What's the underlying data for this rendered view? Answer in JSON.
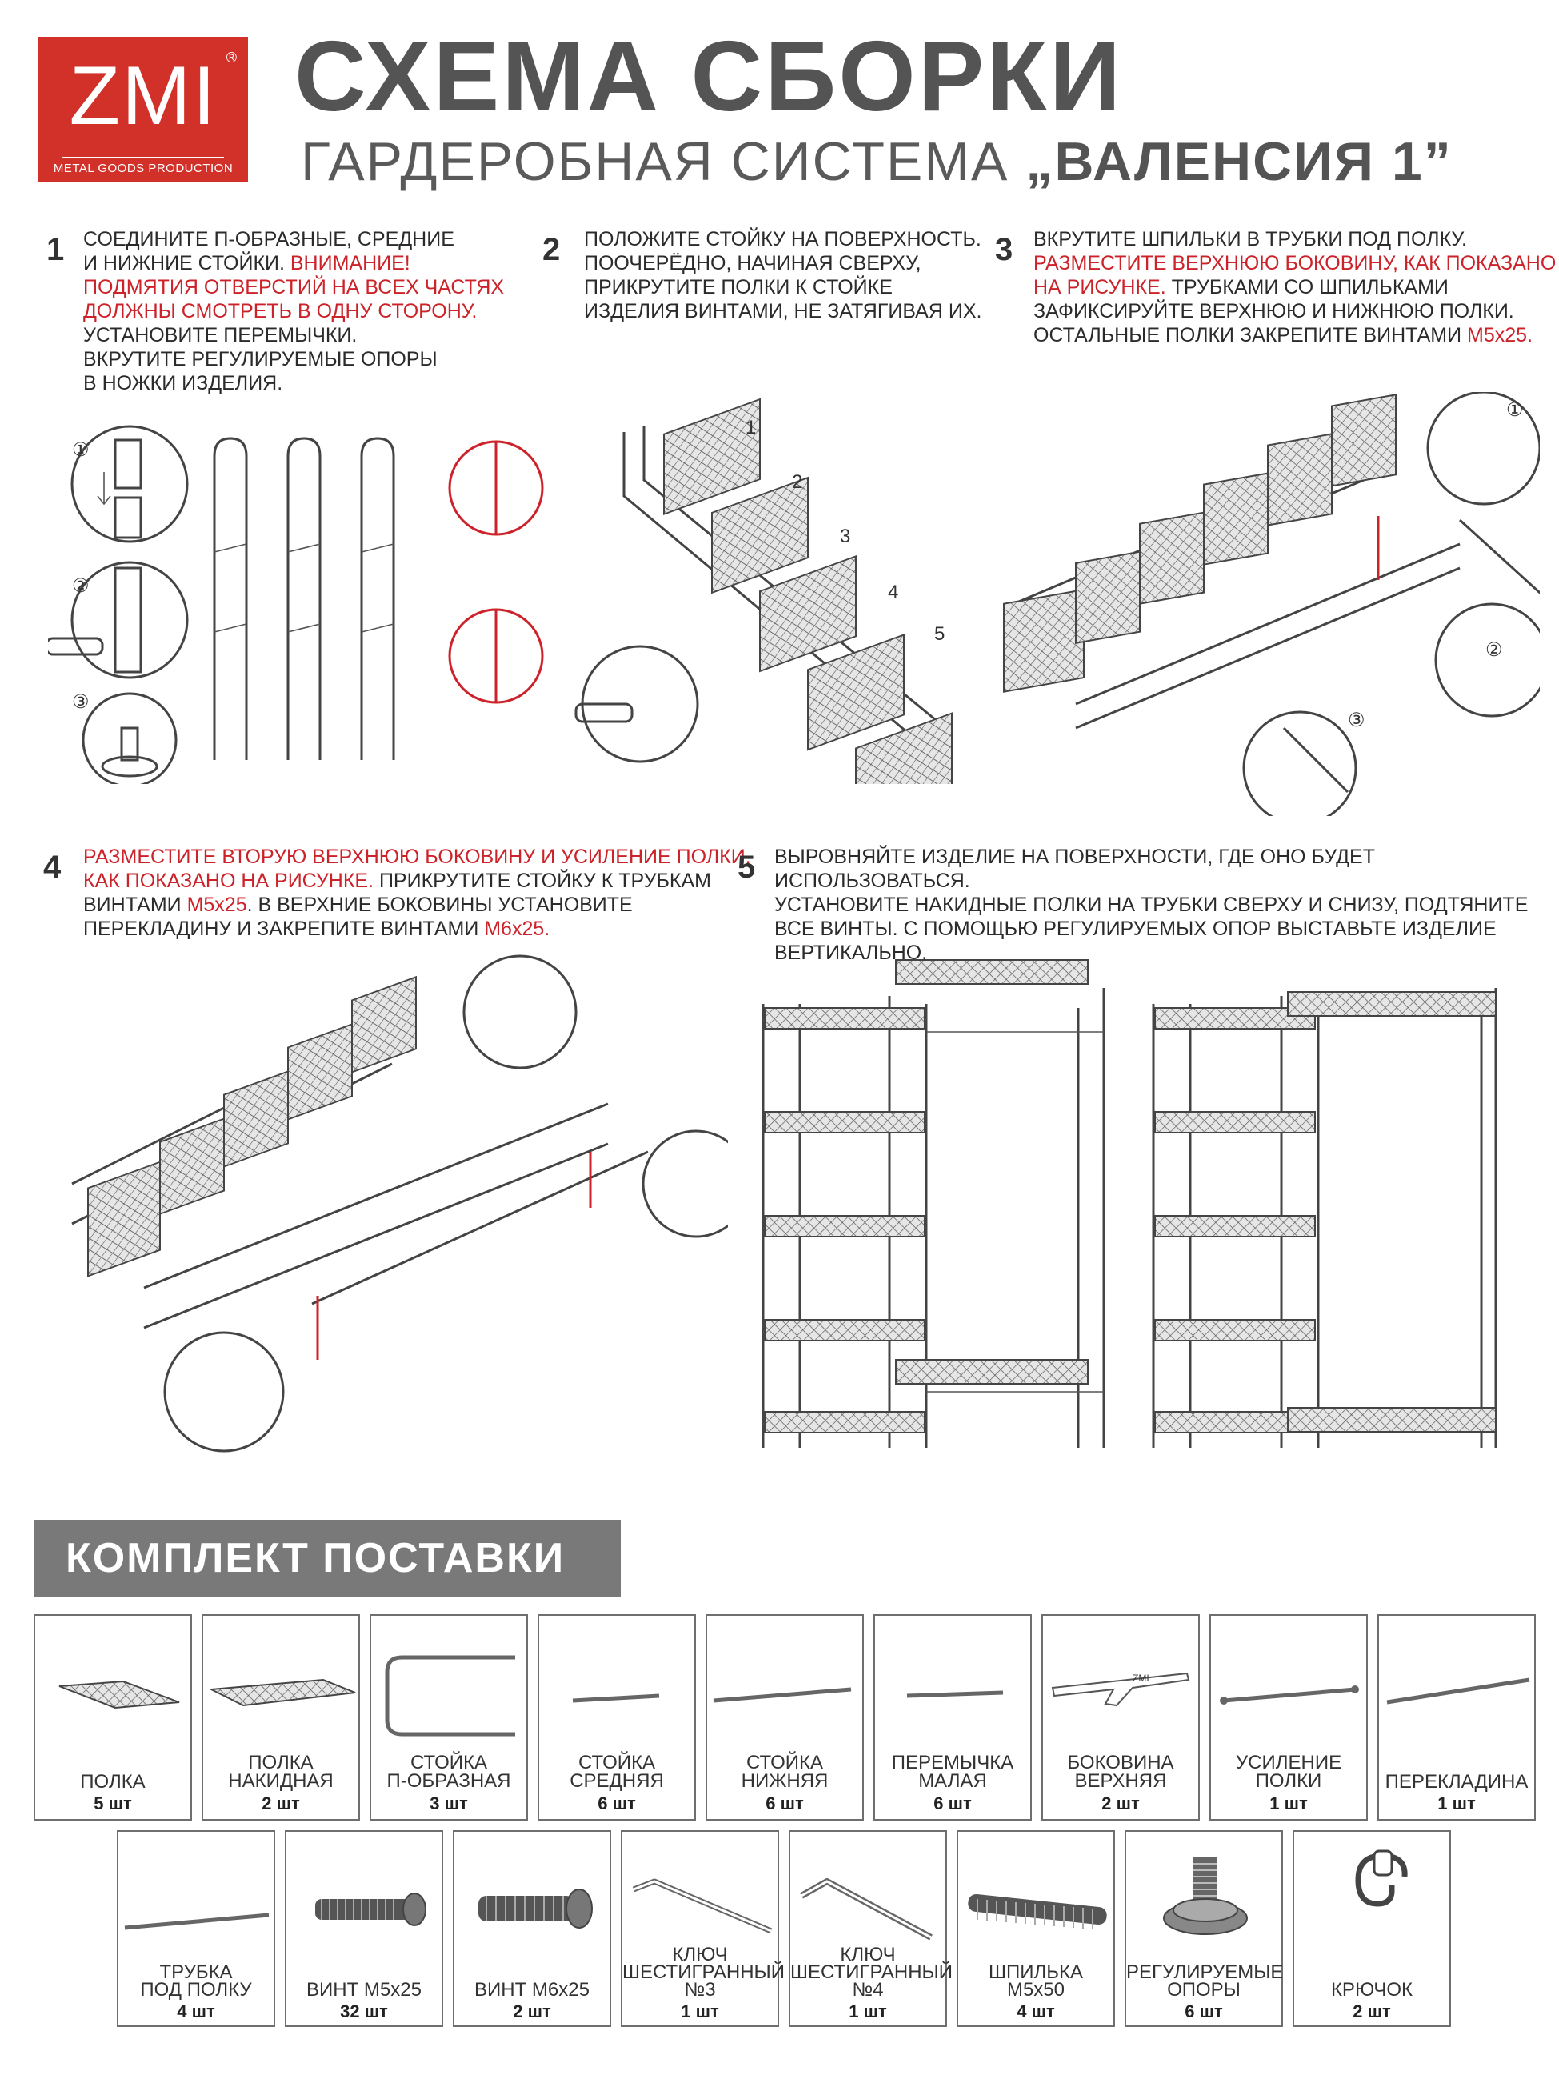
{
  "header": {
    "brand": "ZMI",
    "reg": "®",
    "tagline": "METAL GOODS PRODUCTION",
    "title": "СХЕМА СБОРКИ",
    "subtitle_prefix": "ГАРДЕРОБНАЯ СИСТЕМА",
    "subtitle_model": "„ВАЛЕНСИЯ 1”"
  },
  "steps": [
    {
      "num": "1",
      "lines": [
        {
          "t": "СОЕДИНИТЕ П-ОБРАЗНЫЕ, СРЕДНИЕ",
          "red": false
        },
        {
          "t": "И НИЖНИЕ СТОЙКИ. ",
          "red": false,
          "tail": "ВНИМАНИЕ!"
        },
        {
          "t": "ПОДМЯТИЯ ОТВЕРСТИЙ НА ВСЕХ ЧАСТЯХ",
          "red": true
        },
        {
          "t": "ДОЛЖНЫ СМОТРЕТЬ В ОДНУ СТОРОНУ.",
          "red": true
        },
        {
          "t": "УСТАНОВИТЕ ПЕРЕМЫЧКИ.",
          "red": false
        },
        {
          "t": "ВКРУТИТЕ РЕГУЛИРУЕМЫЕ ОПОРЫ",
          "red": false
        },
        {
          "t": "В НОЖКИ ИЗДЕЛИЯ.",
          "red": false
        }
      ]
    },
    {
      "num": "2",
      "lines": [
        {
          "t": "ПОЛОЖИТЕ СТОЙКУ НА ПОВЕРХНОСТЬ.",
          "red": false
        },
        {
          "t": "ПООЧЕРЁДНО, НАЧИНАЯ СВЕРХУ,",
          "red": false
        },
        {
          "t": "ПРИКРУТИТЕ ПОЛКИ К СТОЙКЕ",
          "red": false
        },
        {
          "t": "ИЗДЕЛИЯ ВИНТАМИ, НЕ ЗАТЯГИВАЯ ИХ.",
          "red": false
        }
      ]
    },
    {
      "num": "3",
      "lines": [
        {
          "t": "ВКРУТИТЕ ШПИЛЬКИ В ТРУБКИ ПОД ПОЛКУ.",
          "red": false
        },
        {
          "t": "РАЗМЕСТИТЕ ВЕРХНЮЮ БОКОВИНУ, КАК ПОКАЗАНО",
          "red": true
        },
        {
          "t": "НА РИСУНКЕ.",
          "red": true,
          "tail": " ТРУБКАМИ СО ШПИЛЬКАМИ"
        },
        {
          "t": "ЗАФИКСИРУЙТЕ ВЕРХНЮЮ И НИЖНЮЮ ПОЛКИ.",
          "red": false
        },
        {
          "t": "ОСТАЛЬНЫЕ ПОЛКИ ЗАКРЕПИТЕ ВИНТАМИ ",
          "red": false,
          "tailred": "М5х25."
        }
      ]
    },
    {
      "num": "4",
      "lines": [
        {
          "t": "РАЗМЕСТИТЕ ВТОРУЮ ВЕРХНЮЮ БОКОВИНУ И УСИЛЕНИЕ ПОЛКИ,",
          "red": true
        },
        {
          "t": "КАК ПОКАЗАНО НА РИСУНКЕ.",
          "red": true,
          "tail": " ПРИКРУТИТЕ СТОЙКУ К ТРУБКАМ"
        },
        {
          "t": "ВИНТАМИ ",
          "red": false,
          "tailred": "М5х25",
          "tail2": ". В ВЕРХНИЕ БОКОВИНЫ УСТАНОВИТЕ"
        },
        {
          "t": "ПЕРЕКЛАДИНУ И ЗАКРЕПИТЕ ВИНТАМИ ",
          "red": false,
          "tailred": "М6х25."
        }
      ]
    },
    {
      "num": "5",
      "lines": [
        {
          "t": "ВЫРОВНЯЙТЕ ИЗДЕЛИЕ НА ПОВЕРХНОСТИ, ГДЕ ОНО БУДЕТ ИСПОЛЬЗОВАТЬСЯ.",
          "red": false
        },
        {
          "t": "УСТАНОВИТЕ НАКИДНЫЕ ПОЛКИ НА ТРУБКИ СВЕРХУ И СНИЗУ, ПОДТЯНИТЕ",
          "red": false
        },
        {
          "t": "ВСЕ ВИНТЫ. С ПОМОЩЬЮ РЕГУЛИРУЕМЫХ ОПОР ВЫСТАВЬТЕ ИЗДЕЛИЕ",
          "red": false
        },
        {
          "t": "ВЕРТИКАЛЬНО.",
          "red": false
        }
      ]
    }
  ],
  "callouts": {
    "step1": [
      "①",
      "②",
      "③"
    ],
    "step2_shelves": [
      "1",
      "2",
      "3",
      "4",
      "5"
    ],
    "step3": [
      "①",
      "②",
      "③"
    ]
  },
  "kit": {
    "title": "КОМПЛЕКТ ПОСТАВКИ",
    "row1": [
      {
        "icon": "shelf-icon",
        "name": [
          "ПОЛКА"
        ],
        "qty": "5 шт"
      },
      {
        "icon": "overlay-shelf-icon",
        "name": [
          "ПОЛКА",
          "НАКИДНАЯ"
        ],
        "qty": "2 шт"
      },
      {
        "icon": "u-post-icon",
        "name": [
          "СТОЙКА",
          "П-ОБРАЗНАЯ"
        ],
        "qty": "3 шт"
      },
      {
        "icon": "middle-post-icon",
        "name": [
          "СТОЙКА",
          "СРЕДНЯЯ"
        ],
        "qty": "6 шт"
      },
      {
        "icon": "lower-post-icon",
        "name": [
          "СТОЙКА",
          "НИЖНЯЯ"
        ],
        "qty": "6 шт"
      },
      {
        "icon": "small-bar-icon",
        "name": [
          "ПЕРЕМЫЧКА",
          "МАЛАЯ"
        ],
        "qty": "6 шт"
      },
      {
        "icon": "top-side-icon",
        "name": [
          "БОКОВИНА",
          "ВЕРХНЯЯ"
        ],
        "qty": "2 шт"
      },
      {
        "icon": "shelf-reinforcement-icon",
        "name": [
          "УСИЛЕНИЕ",
          "ПОЛКИ"
        ],
        "qty": "1 шт"
      },
      {
        "icon": "crossbar-icon",
        "name": [
          "ПЕРЕКЛАДИНА"
        ],
        "qty": "1 шт"
      }
    ],
    "row2": [
      {
        "icon": "shelf-tube-icon",
        "name": [
          "ТРУБКА",
          "ПОД ПОЛКУ"
        ],
        "qty": "4 шт"
      },
      {
        "icon": "screw-m5-icon",
        "name": [
          "ВИНТ М5х25"
        ],
        "qty": "32 шт"
      },
      {
        "icon": "screw-m6-icon",
        "name": [
          "ВИНТ М6х25"
        ],
        "qty": "2 шт"
      },
      {
        "icon": "hex-key-3-icon",
        "name": [
          "КЛЮЧ",
          "ШЕСТИГРАННЫЙ",
          "№3"
        ],
        "qty": "1 шт"
      },
      {
        "icon": "hex-key-4-icon",
        "name": [
          "КЛЮЧ",
          "ШЕСТИГРАННЫЙ",
          "№4"
        ],
        "qty": "1 шт"
      },
      {
        "icon": "stud-icon",
        "name": [
          "ШПИЛЬКА",
          "М5х50"
        ],
        "qty": "4 шт"
      },
      {
        "icon": "foot-icon",
        "name": [
          "РЕГУЛИРУЕМЫЕ",
          "ОПОРЫ"
        ],
        "qty": "6 шт"
      },
      {
        "icon": "hook-icon",
        "name": [
          "КРЮЧОК"
        ],
        "qty": "2 шт"
      }
    ],
    "small_label": "ZMI"
  },
  "colors": {
    "accent": "#cc2229",
    "brand_red": "#d2312a",
    "gray_header": "#797979",
    "text": "#2b2b2b"
  }
}
